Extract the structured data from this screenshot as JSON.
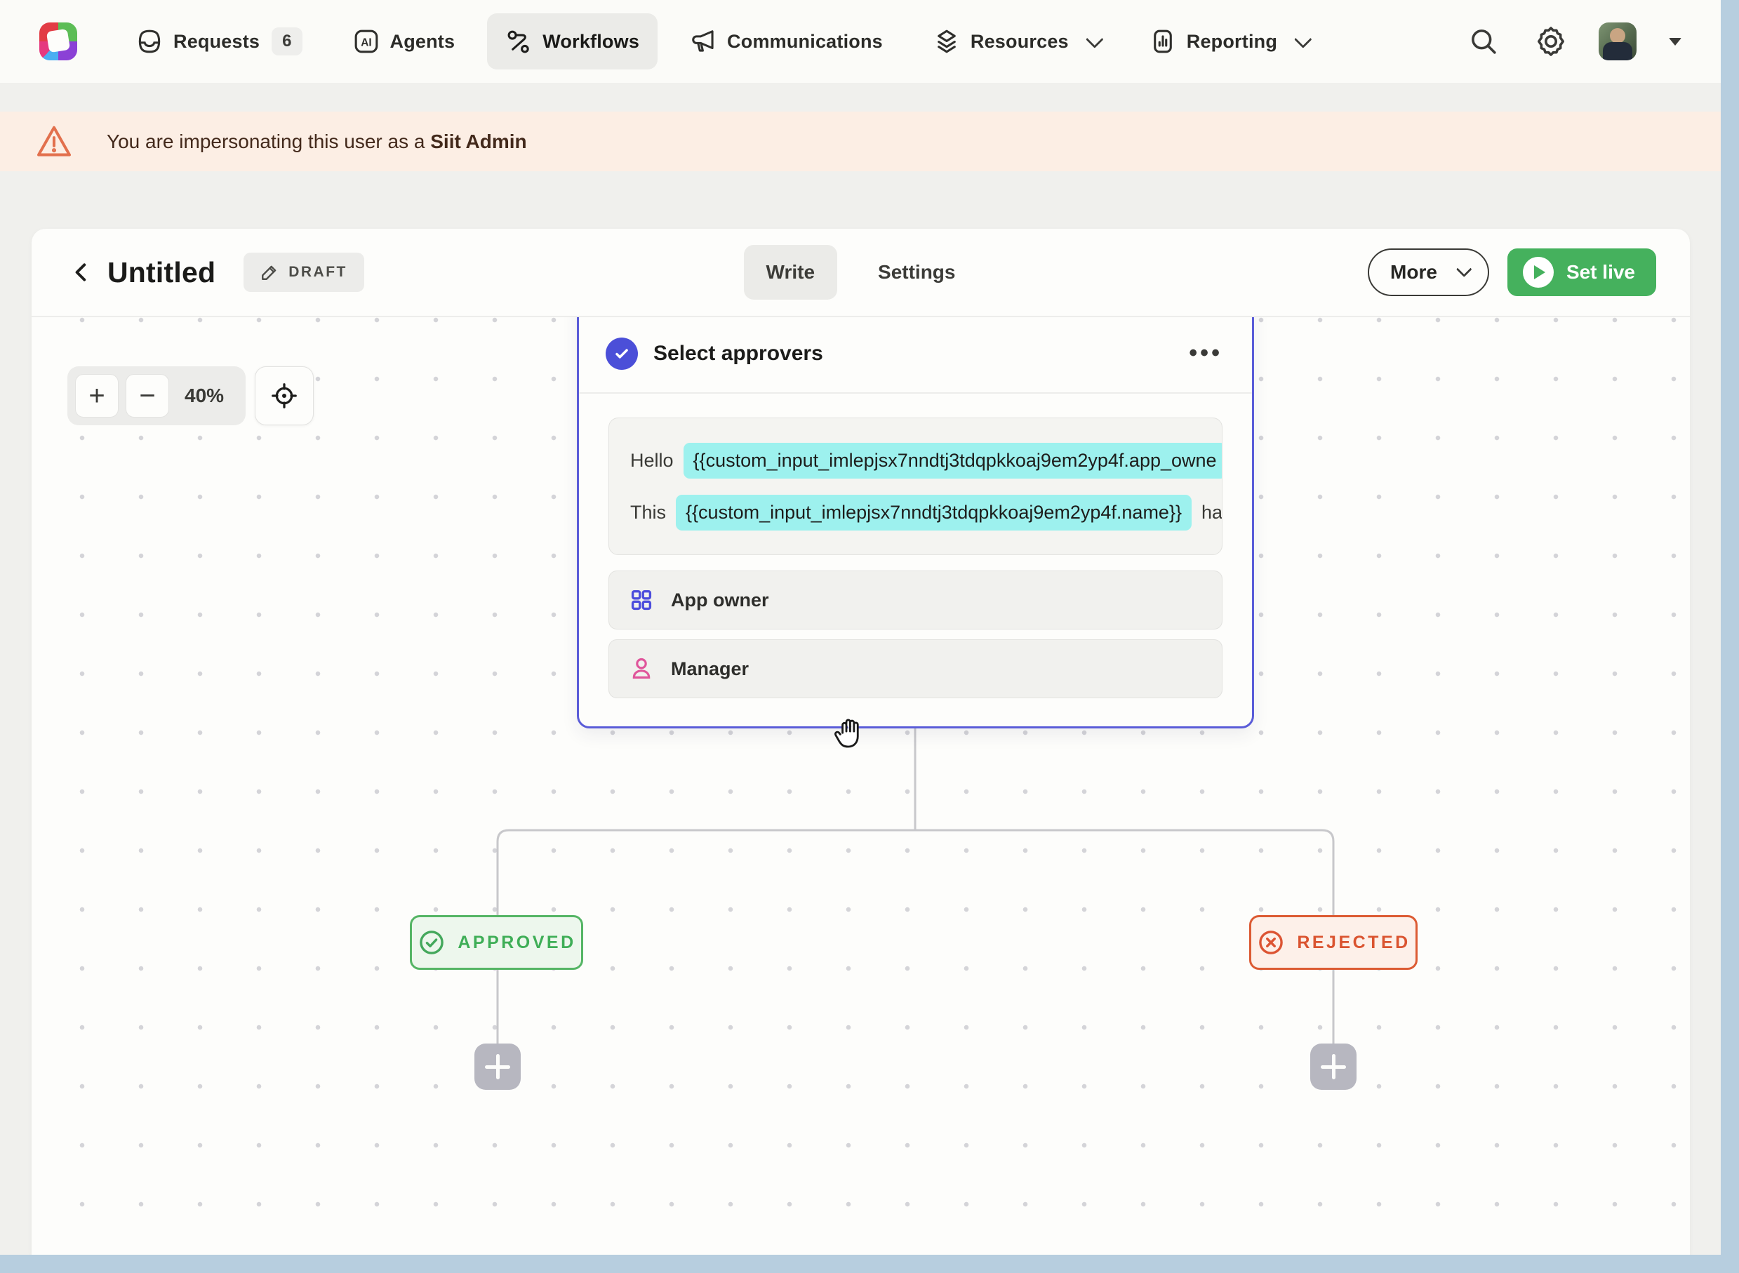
{
  "nav": {
    "items": [
      {
        "label": "Requests",
        "badge": "6"
      },
      {
        "label": "Agents"
      },
      {
        "label": "Workflows"
      },
      {
        "label": "Communications"
      },
      {
        "label": "Resources"
      },
      {
        "label": "Reporting"
      }
    ]
  },
  "banner": {
    "text": "You are impersonating this user as a ",
    "bold": "Siit Admin"
  },
  "header": {
    "title": "Untitled",
    "status_badge": "DRAFT",
    "tabs": [
      "Write",
      "Settings"
    ],
    "more_label": "More",
    "set_live_label": "Set live"
  },
  "canvas": {
    "zoom_level": "40%",
    "zoom_in": "+",
    "zoom_out": "−"
  },
  "node": {
    "title": "Select approvers",
    "menu": "•••",
    "message_lines": [
      {
        "prefix": "Hello",
        "token": "{{custom_input_imlepjsx7nndtj3tdqpkkoaj9em2yp4f.app_owne",
        "suffix": ""
      },
      {
        "prefix": "This",
        "token": "{{custom_input_imlepjsx7nndtj3tdqpkkoaj9em2yp4f.name}}",
        "suffix": "ha"
      }
    ],
    "options": [
      "App owner",
      "Manager"
    ]
  },
  "branches": {
    "approved": "APPROVED",
    "rejected": "REJECTED"
  },
  "colors": {
    "accent_indigo": "#5a5cd8",
    "token_highlight": "#9df1ee",
    "set_live_green": "#45b15d",
    "approved_green": "#3fae57",
    "rejected_orange": "#da5430",
    "banner_bg": "#fceee4",
    "banner_icon": "#e2704d",
    "page_bg": "#f0f0ed",
    "option_icon_grid": "#4c4ddc",
    "option_icon_person": "#e0559b"
  }
}
